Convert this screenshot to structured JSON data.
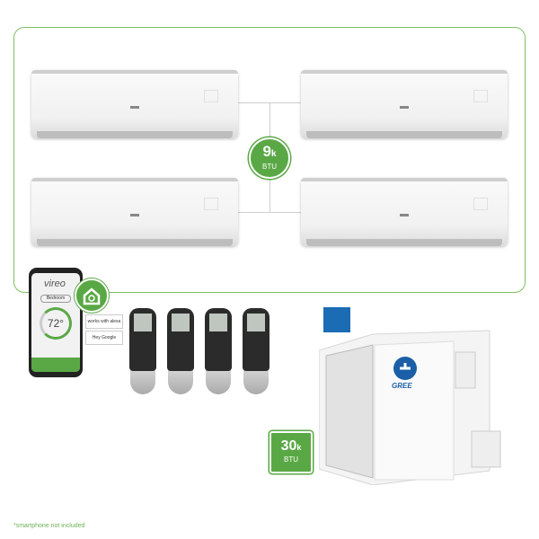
{
  "indoor_units": {
    "capacity_value": "9",
    "capacity_unit": "k",
    "capacity_label": "BTU",
    "count": 4
  },
  "outdoor_unit": {
    "brand": "GREE",
    "capacity_value": "30",
    "capacity_unit": "k",
    "capacity_label": "BTU"
  },
  "app": {
    "name": "vireo",
    "room": "Bedroom",
    "temperature": "72°"
  },
  "compat": {
    "alexa": "works with alexa",
    "google": "Hey Google"
  },
  "footnote": "*smartphone not included",
  "colors": {
    "accent": "#5aa845",
    "energy_star": "#1b6cb5"
  }
}
